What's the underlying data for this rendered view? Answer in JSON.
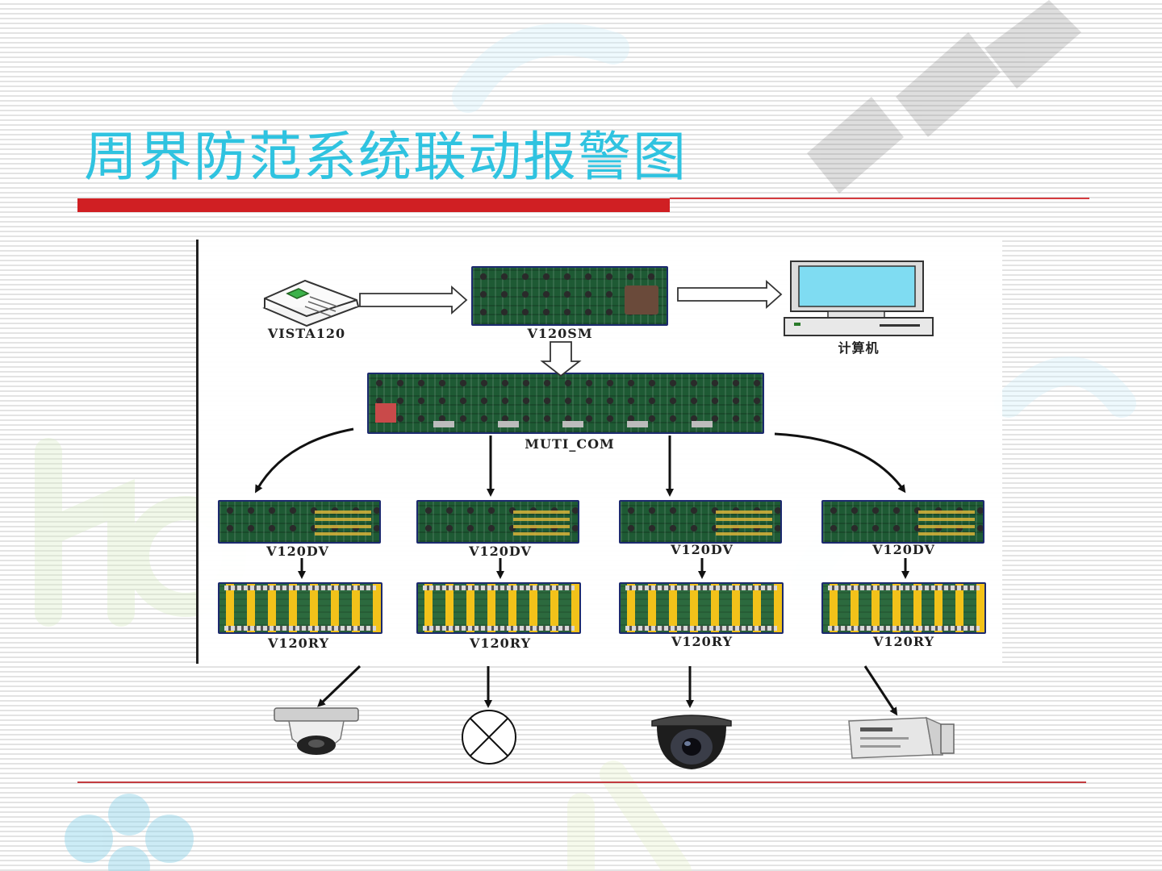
{
  "slide": {
    "title": "周界防范系统联动报警图"
  },
  "diagram": {
    "nodes": {
      "vista": "VISTA120",
      "sm": "V120SM",
      "computer": "计算机",
      "muti": "MUTI_COM"
    },
    "dv_label": "V120DV",
    "ry_label": "V120RY",
    "branches": [
      {
        "dv": "V120DV",
        "ry": "V120RY",
        "device": "speed-dome-camera-icon"
      },
      {
        "dv": "V120DV",
        "ry": "V120RY",
        "device": "alarm-lamp-icon"
      },
      {
        "dv": "V120DV",
        "ry": "V120RY",
        "device": "dome-camera-icon"
      },
      {
        "dv": "V120DV",
        "ry": "V120RY",
        "device": "box-camera-icon"
      }
    ]
  },
  "colors": {
    "title": "#2fc3e0",
    "accent_bar": "#d01f23",
    "board_green": "#1e5a34",
    "board_border": "#1c2a6e"
  }
}
